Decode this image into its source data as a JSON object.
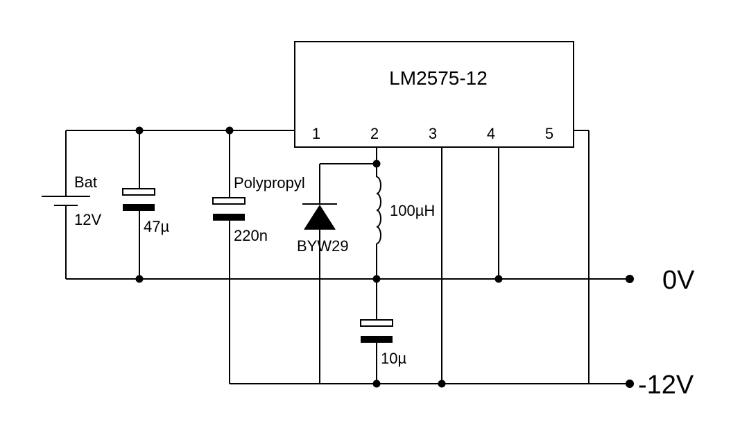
{
  "ic": {
    "name": "LM2575-12",
    "pins": [
      "1",
      "2",
      "3",
      "4",
      "5"
    ]
  },
  "battery": {
    "name": "Bat",
    "value": "12V"
  },
  "capacitors": {
    "c_input_electrolytic": {
      "value": "47µ"
    },
    "c_input_film": {
      "type": "Polypropyl",
      "value": "220n"
    },
    "c_output": {
      "value": "10µ"
    }
  },
  "diode": {
    "part": "BYW29"
  },
  "inductor": {
    "value": "100µH"
  },
  "terminals": {
    "zero": "0V",
    "negative": "-12V"
  },
  "colors": {
    "line": "#000000",
    "background": "#ffffff"
  }
}
